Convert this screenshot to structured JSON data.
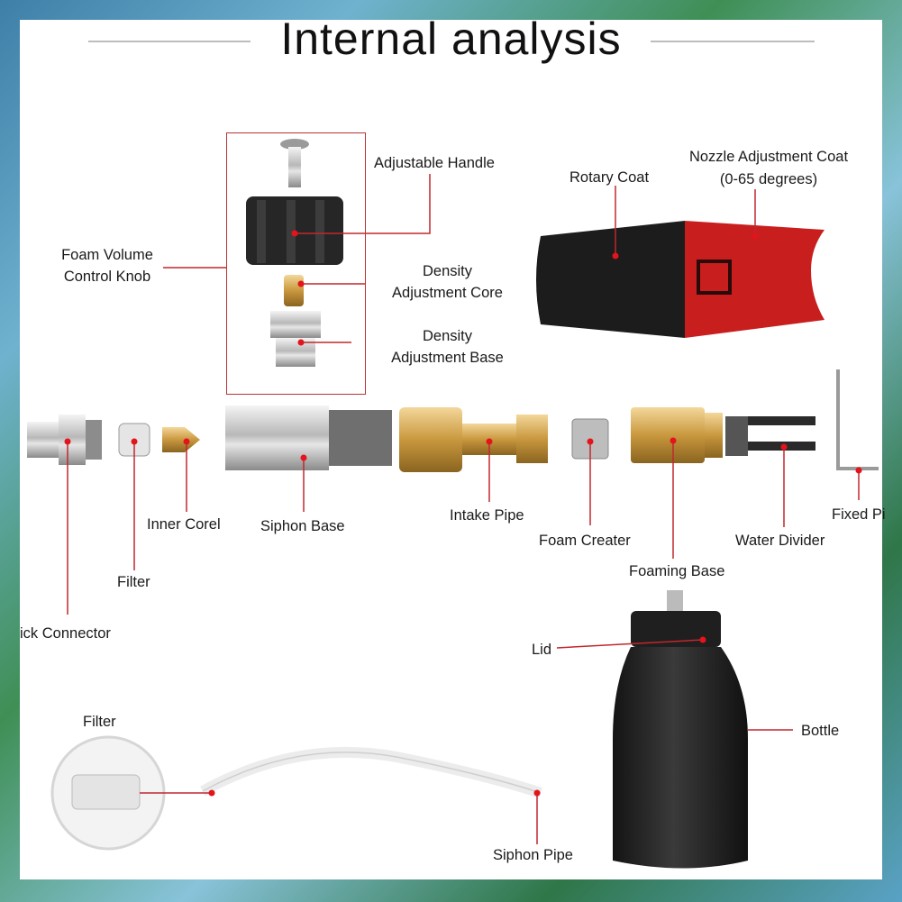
{
  "title": "Internal analysis",
  "labels": {
    "adjustable_handle": "Adjustable Handle",
    "rotary_coat": "Rotary Coat",
    "nozzle_adjustment_coat": "Nozzle Adjustment Coat",
    "nozzle_degrees": "(0-65 degrees)",
    "foam_volume_line1": "Foam Volume",
    "foam_volume_line2": "Control Knob",
    "density_core_line1": "Density",
    "density_core_line2": "Adjustment Core",
    "density_base_line1": "Density",
    "density_base_line2": "Adjustment Base",
    "inner_corel": "Inner Corel",
    "siphon_base": "Siphon Base",
    "intake_pipe": "Intake Pipe",
    "foam_creater": "Foam Creater",
    "water_divider": "Water Divider",
    "fixed_pin": "Fixed Pi",
    "filter_top": "Filter",
    "foaming_base": "Foaming Base",
    "quick_connector": "ick Connector",
    "lid": "Lid",
    "bottle": "Bottle",
    "filter_bottom": "Filter",
    "siphon_pipe": "Siphon Pipe"
  },
  "colors": {
    "leader_line": "#c0282d",
    "marker": "#e3141b",
    "frame_accent": "#3e7fa8"
  }
}
